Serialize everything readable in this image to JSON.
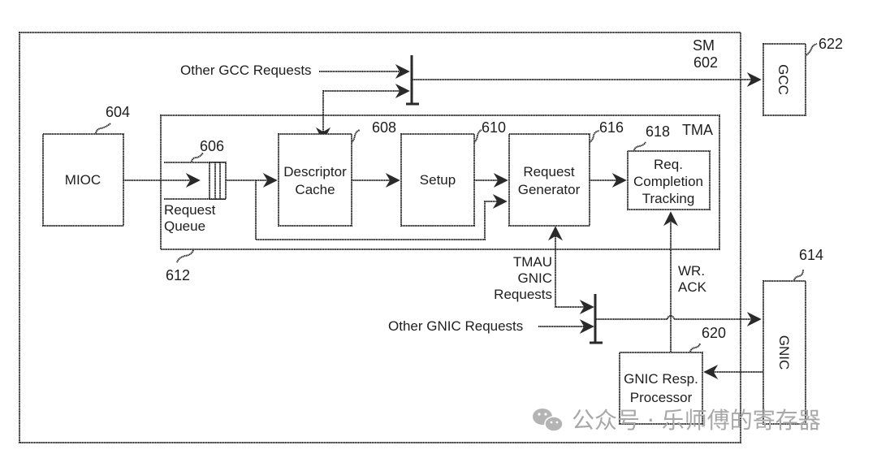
{
  "diagram": {
    "outer_block": {
      "name": "SM",
      "ref": "602"
    },
    "tma_block": {
      "name": "TMA",
      "ref": "612"
    },
    "blocks": {
      "mioc": {
        "lines": [
          "MIOC"
        ],
        "ref": "604"
      },
      "request_queue": {
        "lines": [
          "Request",
          "Queue"
        ],
        "ref": "606"
      },
      "descriptor_cache": {
        "lines": [
          "Descriptor",
          "Cache"
        ],
        "ref": "608"
      },
      "setup": {
        "lines": [
          "Setup"
        ],
        "ref": "610"
      },
      "request_generator": {
        "lines": [
          "Request",
          "Generator"
        ],
        "ref": "616"
      },
      "req_completion": {
        "lines": [
          "Req.",
          "Completion",
          "Tracking"
        ],
        "ref": "618"
      },
      "gnic_resp": {
        "lines": [
          "GNIC Resp.",
          "Processor"
        ],
        "ref": "620"
      },
      "gcc": {
        "lines": [
          "GCC"
        ],
        "ref": "622"
      },
      "gnic": {
        "lines": [
          "GNIC"
        ],
        "ref": "614"
      }
    },
    "signals": {
      "other_gcc": "Other GCC Requests",
      "other_gnic": "Other GNIC Requests",
      "tmau_gnic": [
        "TMAU",
        "GNIC",
        "Requests"
      ],
      "wr_ack": [
        "WR.",
        "ACK"
      ]
    }
  },
  "watermark": {
    "icon": "wechat-icon",
    "text": "公众号 · 乐师傅的寄存器",
    "color": "#a8a8a8"
  }
}
